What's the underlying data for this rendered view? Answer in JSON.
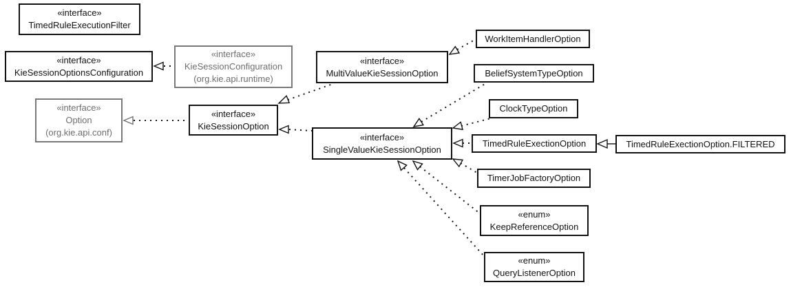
{
  "diagram": {
    "kind": "uml-class-diagram",
    "colors": {
      "box_border": "#111111",
      "external_gray": "#787878",
      "background": "#ffffff"
    }
  },
  "nodes": {
    "timed_rule_execution_filter": {
      "stereotype": "«interface»",
      "name": "TimedRuleExecutionFilter"
    },
    "kie_session_options_configuration": {
      "stereotype": "«interface»",
      "name": "KieSessionOptionsConfiguration"
    },
    "kie_session_configuration": {
      "stereotype": "«interface»",
      "name": "KieSessionConfiguration",
      "package": "(org.kie.api.runtime)"
    },
    "option": {
      "stereotype": "«interface»",
      "name": "Option",
      "package": "(org.kie.api.conf)"
    },
    "kie_session_option": {
      "stereotype": "«interface»",
      "name": "KieSessionOption"
    },
    "multi_value_kie_session_option": {
      "stereotype": "«interface»",
      "name": "MultiValueKieSessionOption"
    },
    "single_value_kie_session_option": {
      "stereotype": "«interface»",
      "name": "SingleValueKieSessionOption"
    },
    "work_item_handler_option": {
      "name": "WorkItemHandlerOption"
    },
    "belief_system_type_option": {
      "name": "BeliefSystemTypeOption"
    },
    "clock_type_option": {
      "name": "ClockTypeOption"
    },
    "timed_rule_exection_option": {
      "name": "TimedRuleExectionOption"
    },
    "timed_rule_exection_option_filtered": {
      "name": "TimedRuleExectionOption.FILTERED"
    },
    "timer_job_factory_option": {
      "name": "TimerJobFactoryOption"
    },
    "keep_reference_option": {
      "stereotype": "«enum»",
      "name": "KeepReferenceOption"
    },
    "query_listener_option": {
      "stereotype": "«enum»",
      "name": "QueryListenerOption"
    }
  }
}
